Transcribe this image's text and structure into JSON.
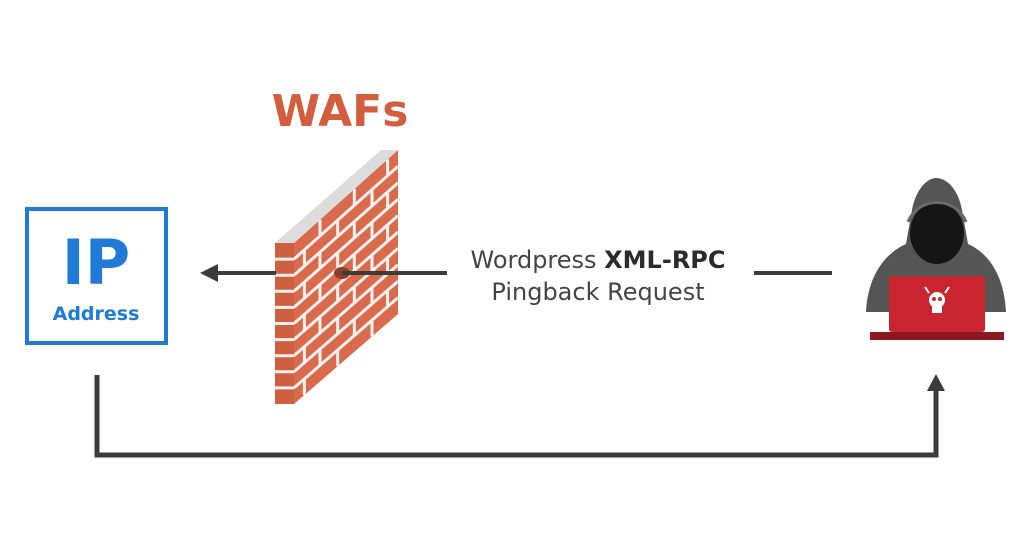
{
  "waf": {
    "title": "WAFs"
  },
  "ip_box": {
    "line1": "IP",
    "line2": "Address"
  },
  "request": {
    "line1_normal": "Wordpress ",
    "line1_bold": "XML-RPC",
    "line2": "Pingback Request"
  },
  "colors": {
    "brick": "#d96a4c",
    "brick_dark": "#b9533a",
    "mortar": "#f6f0ee",
    "wall_top": "#dcdcdc",
    "accent_blue": "#1f7bd6",
    "arrow": "#3b3b3b",
    "hacker_gray": "#555555",
    "laptop_red": "#c8252f",
    "waf_title": "#d45d3e"
  },
  "icons": {
    "wall": "brick-wall-icon",
    "hacker": "hooded-hacker-icon",
    "laptop": "laptop-icon",
    "skull": "skull-icon"
  }
}
